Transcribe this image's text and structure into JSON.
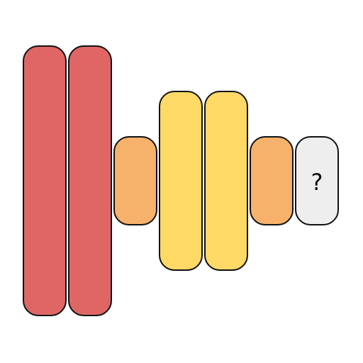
{
  "puzzle": {
    "colors": {
      "red": "#e06666",
      "orange": "#f6b26b",
      "yellow": "#ffd966",
      "unknown": "#eeeeee",
      "outline": "#111111"
    },
    "items": [
      {
        "color_key": "red",
        "label": ""
      },
      {
        "color_key": "red",
        "label": ""
      },
      {
        "color_key": "orange",
        "label": ""
      },
      {
        "color_key": "yellow",
        "label": ""
      },
      {
        "color_key": "yellow",
        "label": ""
      },
      {
        "color_key": "orange",
        "label": ""
      },
      {
        "color_key": "unknown",
        "label": "?"
      }
    ]
  }
}
